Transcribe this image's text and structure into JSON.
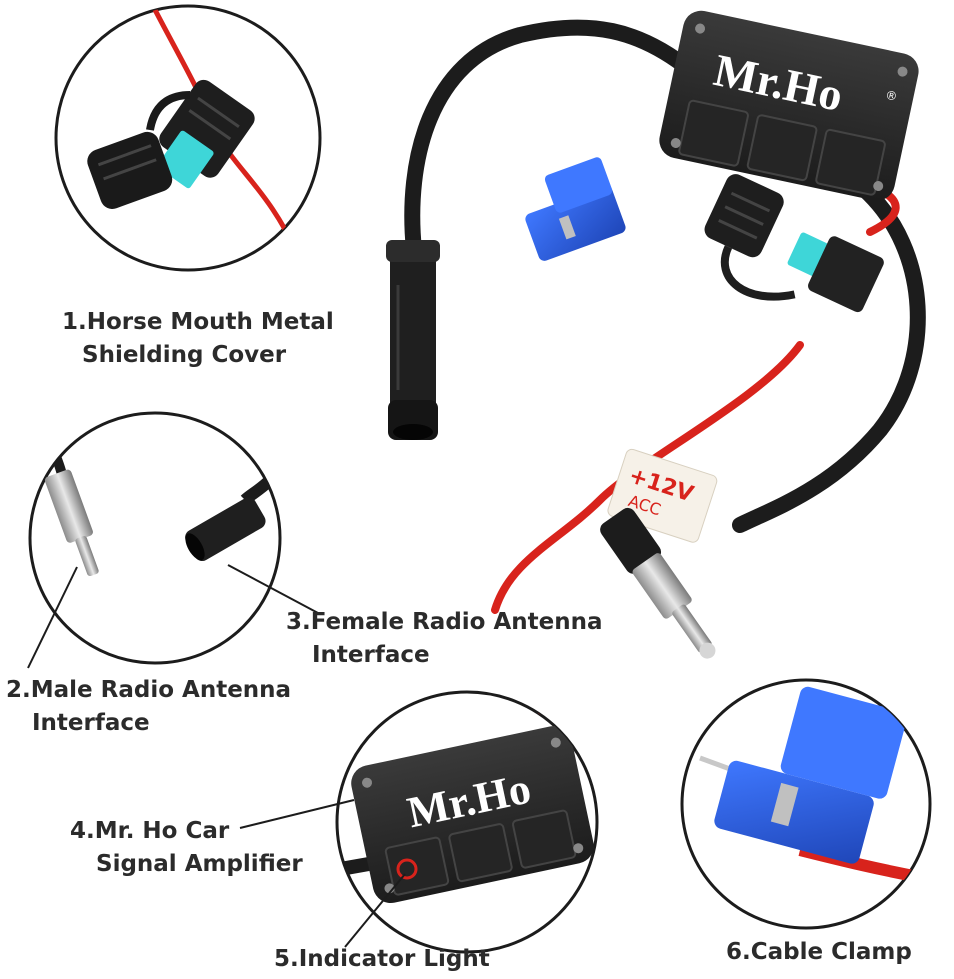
{
  "brand": {
    "logo_text": "Mr.Ho",
    "registered_mark": "®",
    "tag_voltage": "+12V",
    "tag_acc": "ACC"
  },
  "labels": {
    "l1": {
      "line1": "1.Horse Mouth Metal",
      "line2": "Shielding Cover"
    },
    "l2": {
      "line1": "2.Male Radio Antenna",
      "line2": "Interface"
    },
    "l3": {
      "line1": "3.Female Radio Antenna",
      "line2": "Interface"
    },
    "l4": {
      "line1": "4.Mr. Ho Car",
      "line2": "Signal Amplifier"
    },
    "l5": {
      "line1": "5.Indicator Light"
    },
    "l6": {
      "line1": "6.Cable Clamp"
    }
  },
  "colors": {
    "wire_red": "#d8231c",
    "cable_black": "#1c1c1c",
    "housing": "#2b2b2b",
    "clamp_blue": "#2f5fd6",
    "fuse_cyan": "#3ed6d8",
    "text": "#2b2b2b"
  },
  "icons": {
    "fuse_holder": "fuse-holder-icon",
    "amplifier": "amplifier-box-icon",
    "male_plug": "male-antenna-plug-icon",
    "female_jack": "female-antenna-jack-icon",
    "clamp": "cable-clamp-icon",
    "indicator": "indicator-light-icon"
  }
}
